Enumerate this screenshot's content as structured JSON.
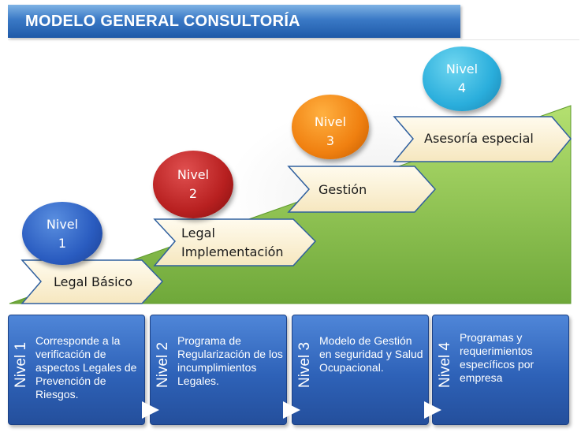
{
  "title": "MODELO GENERAL CONSULTORÍA",
  "levels": [
    {
      "circle_line1": "Nivel",
      "circle_line2": "1",
      "circle_color": "#2a5cc0",
      "step_line1": "Legal Básico",
      "step_line2": "",
      "card_level": "Nivel 1",
      "card_text": "Corresponde a la verificación de aspectos Legales de Prevención de Riesgos."
    },
    {
      "circle_line1": "Nivel",
      "circle_line2": "2",
      "circle_color": "#b82020",
      "step_line1": "Legal",
      "step_line2": "Implementación",
      "card_level": "Nivel 2",
      "card_text": "Programa de Regularización de los incumplimientos Legales."
    },
    {
      "circle_line1": "Nivel",
      "circle_line2": "3",
      "circle_color": "#f08010",
      "step_line1": "Gestión",
      "step_line2": "",
      "card_level": "Nivel 3",
      "card_text": "Modelo de Gestión en seguridad y Salud Ocupacional."
    },
    {
      "circle_line1": "Nivel",
      "circle_line2": "4",
      "circle_color": "#2aaedc",
      "step_line1": "Asesoría especial",
      "step_line2": "",
      "card_level": "Nivel 4",
      "card_text": "Programas y requerimientos específicos por empresa"
    }
  ],
  "colors": {
    "title_bar": "#3a79c6",
    "ramp": "#8cc04a",
    "chevron": "#fdf2d6",
    "cards": "#2e62b8"
  }
}
